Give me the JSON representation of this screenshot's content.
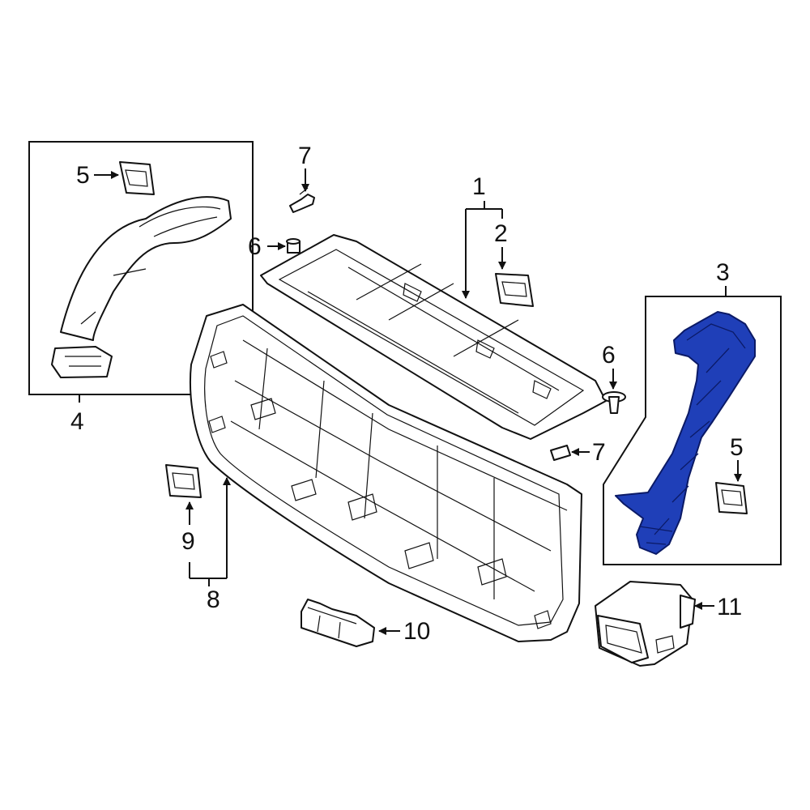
{
  "callouts": {
    "c1": "1",
    "c2": "2",
    "c3": "3",
    "c4": "4",
    "c5a": "5",
    "c5b": "5",
    "c6a": "6",
    "c6b": "6",
    "c7a": "7",
    "c7b": "7",
    "c8": "8",
    "c9": "9",
    "c10": "10",
    "c11": "11"
  },
  "colors": {
    "highlight": "#1f3fb8",
    "line": "#111111",
    "background": "#ffffff"
  }
}
